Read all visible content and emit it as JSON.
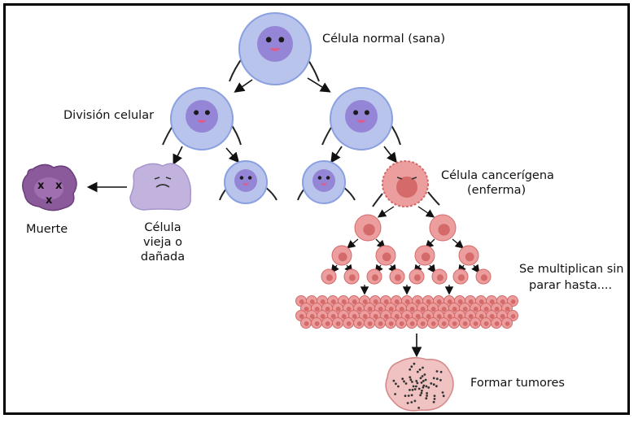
{
  "labels": {
    "normal": "Célula normal (sana)",
    "division": "División celular",
    "old_line1": "Célula",
    "old_line2": "vieja o",
    "old_line3": "dañada",
    "death": "Muerte",
    "cancer_line1": "Célula cancerígena",
    "cancer_line2": "(enferma)",
    "multiply_line1": "Se multiplican sin",
    "multiply_line2": "parar hasta....",
    "tumor": "Formar tumores"
  },
  "colors": {
    "cell_outer": "#b8c4ec",
    "cell_inner": "#9585d6",
    "cell_outline": "#7a8fd6",
    "cancer": "#ec9e9e",
    "cancer_dark": "#d46a6a",
    "dead_cell": "#8a5a9a",
    "old_cell": "#c2b3de",
    "tumor": "#f1c2c2"
  }
}
